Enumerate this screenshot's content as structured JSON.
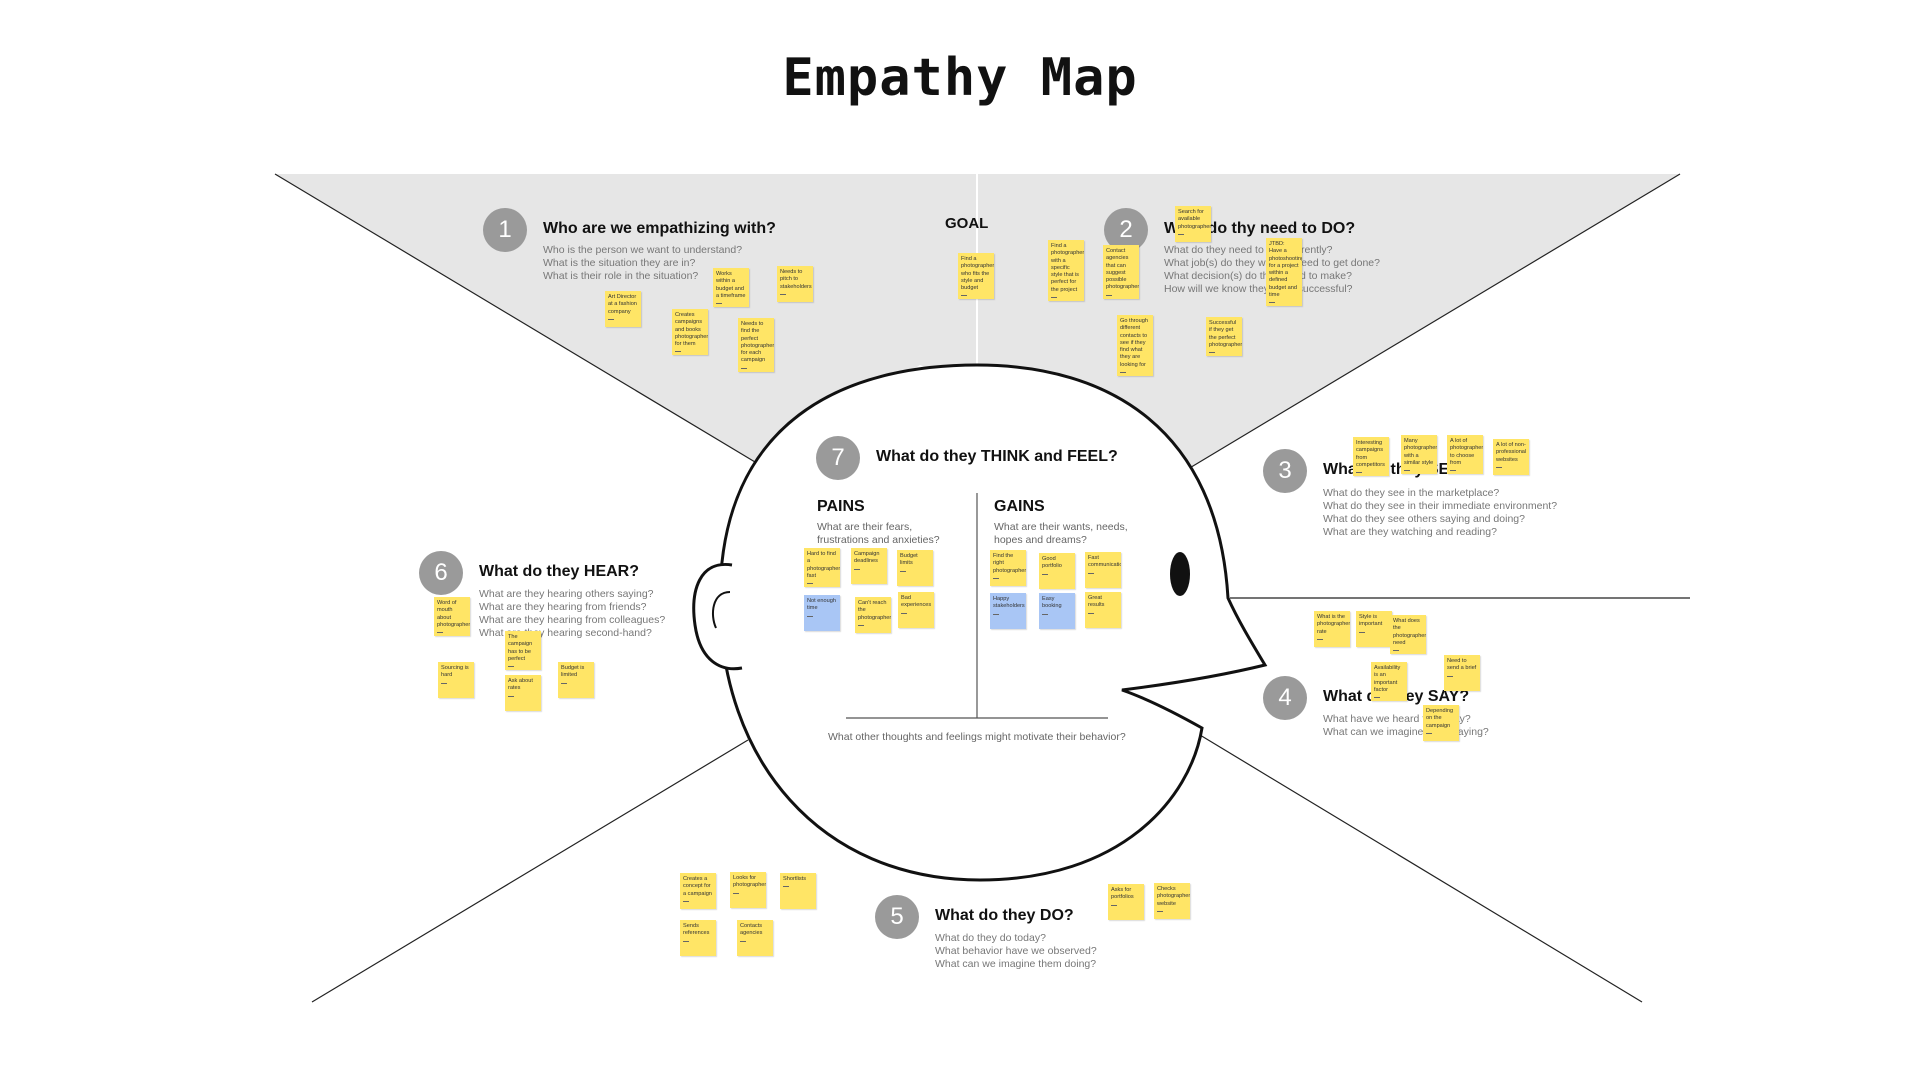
{
  "title": "Empathy Map",
  "goal_label": "GOAL",
  "sections": {
    "s1": {
      "number": "1",
      "title": "Who are we empathizing with?",
      "questions": [
        "Who is the person we want to understand?",
        "What is the situation they are in?",
        "What is their role in the situation?"
      ]
    },
    "s2": {
      "number": "2",
      "title": "What do thy need to DO?",
      "questions": [
        "What do they need to do differently?",
        "What job(s) do they want or need to get done?",
        "What decision(s) do they need to make?",
        "How will we know they were successful?"
      ]
    },
    "s3": {
      "number": "3",
      "title": "What do they SEE?",
      "questions": [
        "What do they see in the marketplace?",
        "What do they see in their immediate environment?",
        "What do they see others saying and doing?",
        "What are they watching and reading?"
      ]
    },
    "s4": {
      "number": "4",
      "title": "What do they SAY?",
      "questions": [
        "What have we heard them say?",
        "What can we imagine them saying?"
      ]
    },
    "s5": {
      "number": "5",
      "title": "What do they DO?",
      "questions": [
        "What do they do today?",
        "What behavior have we observed?",
        "What can we imagine them doing?"
      ]
    },
    "s6": {
      "number": "6",
      "title": "What do they HEAR?",
      "questions": [
        "What are they hearing others saying?",
        "What are they hearing from friends?",
        "What are they hearing from colleagues?",
        "What are they hearing second-hand?"
      ]
    },
    "s7": {
      "number": "7",
      "title": "What do they THINK and FEEL?"
    }
  },
  "pains": {
    "title": "PAINS",
    "question": "What are their fears, frustrations and anxieties?"
  },
  "gains": {
    "title": "GAINS",
    "question": "What are their wants, needs, hopes and dreams?"
  },
  "other_thoughts": "What other thoughts and feelings might motivate their behavior?",
  "notes": {
    "s1": [
      "Art Director at a fashion company",
      "Creates campaigns and books photographers for them",
      "Works within a budget and a timeframe",
      "Needs to find the perfect photographer for each campaign",
      "Needs to pitch to stakeholders"
    ],
    "goal": [
      "Find a photographer who fits the style and budget"
    ],
    "s2": [
      "Find a photographer with a specific style that is perfect for the project",
      "Contact agencies that can suggest possible photographers",
      "Go through different contacts to see if they find what they are looking for",
      "JTBD: Have a photoshooting for a project within a defined budget and time",
      "Search for available photographers",
      "Successful if they get the perfect photographer"
    ],
    "s3": [
      "Interesting campaigns from competitors",
      "Many photographers with a similar style",
      "A lot of photographers to choose from",
      "A lot of non-professional websites"
    ],
    "s4": [
      "What is the photographer's rate",
      "Style is important",
      "What does the photographer need",
      "Availability is an important factor",
      "Need to send a brief",
      "Depending on the campaign"
    ],
    "s5": [
      "Creates a concept for a campaign",
      "Looks for photographers",
      "Shortlists",
      "Sends references",
      "Contacts agencies",
      "Asks for portfolios",
      "Checks photographer's website"
    ],
    "s6": [
      "Word of mouth about photographers",
      "The campaign has to be perfect",
      "Sourcing is hard",
      "Ask about rates",
      "Budget is limited"
    ],
    "pains": [
      "Hard to find a photographer fast",
      "Campaign deadlines",
      "Budget limits",
      "Not enough time",
      "Can't reach the photographers",
      "Bad experiences"
    ],
    "gains": [
      "Find the right photographer",
      "Good portfolio",
      "Fast communication",
      "Happy stakeholders",
      "Easy booking",
      "Great results"
    ]
  }
}
